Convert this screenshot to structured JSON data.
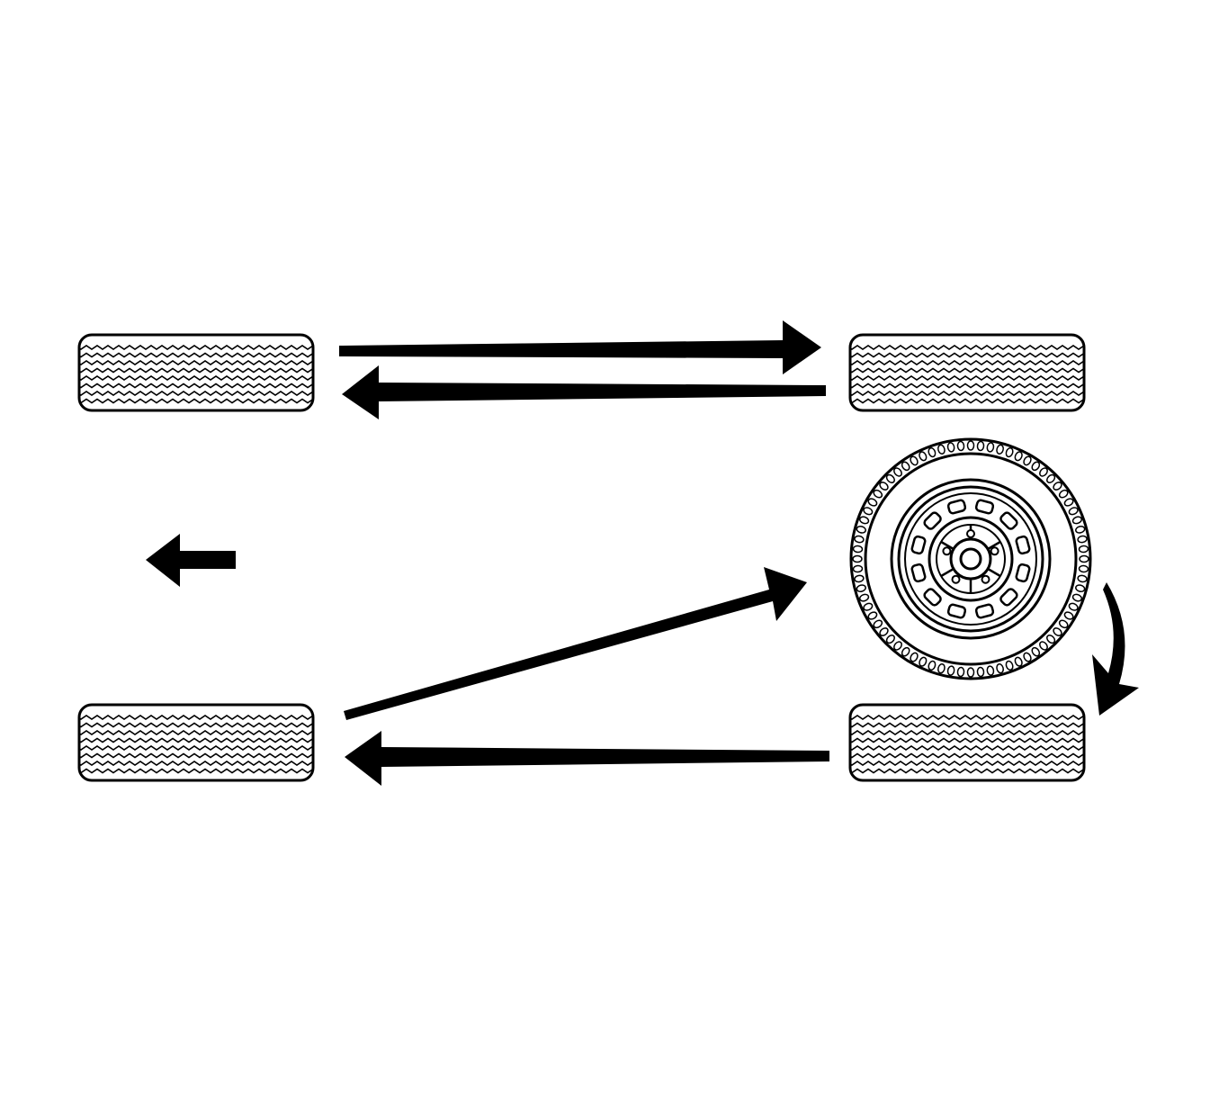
{
  "diagram": {
    "kind": "tire-rotation-pattern",
    "line_color": "#000000",
    "background_color": "#ffffff",
    "tires": [
      {
        "name": "left-front-tire",
        "role": "tire-tread-view"
      },
      {
        "name": "right-front-tire",
        "role": "tire-tread-view"
      },
      {
        "name": "left-rear-tire",
        "role": "tire-tread-view"
      },
      {
        "name": "right-rear-tire",
        "role": "tire-tread-view"
      },
      {
        "name": "spare-tire-wheel",
        "role": "spare-wheel-side-view"
      }
    ],
    "arrows": [
      {
        "name": "arrow-left-front-to-right-front",
        "from": "left-front-tire",
        "to": "right-front-tire"
      },
      {
        "name": "arrow-right-front-to-left-front",
        "from": "right-front-tire",
        "to": "left-front-tire"
      },
      {
        "name": "arrow-left-rear-to-spare",
        "from": "left-rear-tire",
        "to": "spare-tire-wheel"
      },
      {
        "name": "arrow-right-rear-to-left-rear",
        "from": "right-rear-tire",
        "to": "left-rear-tire"
      },
      {
        "name": "arrow-spare-to-right-rear",
        "from": "spare-tire-wheel",
        "to": "right-rear-tire"
      }
    ],
    "direction_indicator": {
      "name": "vehicle-forward-direction-arrow",
      "points": "left"
    }
  }
}
